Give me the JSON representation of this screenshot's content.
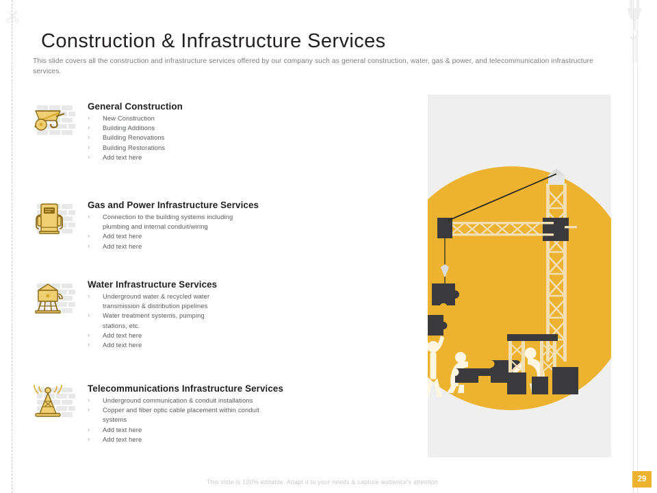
{
  "slide": {
    "title": "Construction & Infrastructure Services",
    "subtitle": "This slide covers all the construction and infrastructure services offered by our company such as general construction, water, gas & power, and telecommunication infrastructure services.",
    "footer_note": "This slide is 100% editable. Adapt it to your needs & capture audience's attention",
    "page_number": "29",
    "bullet_glyph": "›"
  },
  "colors": {
    "accent": "#edb22f",
    "icon_gold": "#e0a824",
    "icon_fill": "#f3d98a",
    "dark": "#3a3a3c",
    "panel_gray": "#efeff0",
    "brick_gray": "#e8e8e8",
    "title_dark": "#231f20",
    "body_gray": "#57595b",
    "muted_gray": "#c9c9c9"
  },
  "sections": [
    {
      "id": "general-construction",
      "icon": "wheelbarrow-icon",
      "title": "General Construction",
      "bullets": [
        "New Construction",
        "Building Additions",
        "Building Renovations",
        "Building Restorations",
        "Add text here"
      ]
    },
    {
      "id": "gas-and-power",
      "icon": "gas-pump-icon",
      "title": "Gas and Power Infrastructure Services",
      "bullets": [
        "Connection to the building systems including plumbing and internal conduit/wiring",
        "Add text here",
        "Add text here"
      ]
    },
    {
      "id": "water-infrastructure",
      "icon": "water-tower-icon",
      "title": "Water Infrastructure Services",
      "bullets": [
        "Underground water & recycled water transmission & distribution pipelines",
        "Water treatment  systems, pumping stations, etc.",
        "Add text here",
        "Add text here"
      ]
    },
    {
      "id": "telecommunications",
      "icon": "telecom-tower-icon",
      "title": "Telecommunications Infrastructure Services",
      "bullets": [
        "Underground communication & conduit installations",
        "Copper and fiber optic cable placement within conduit systems",
        "Add text here",
        "Add text here"
      ]
    }
  ],
  "decorations": {
    "scissors": "scissors-icon",
    "cut_line": "dashed-cut-line",
    "crane_hook": "crane-hook-icon"
  },
  "illustration": {
    "name": "construction-teamwork-illustration",
    "elements": [
      "tower-crane",
      "crane-hook",
      "puzzle-piece-hanging",
      "worker-lifting-puzzle",
      "worker-pushing-puzzle",
      "worker-placing-puzzle",
      "scaffolding-towers",
      "concrete-blocks"
    ]
  }
}
